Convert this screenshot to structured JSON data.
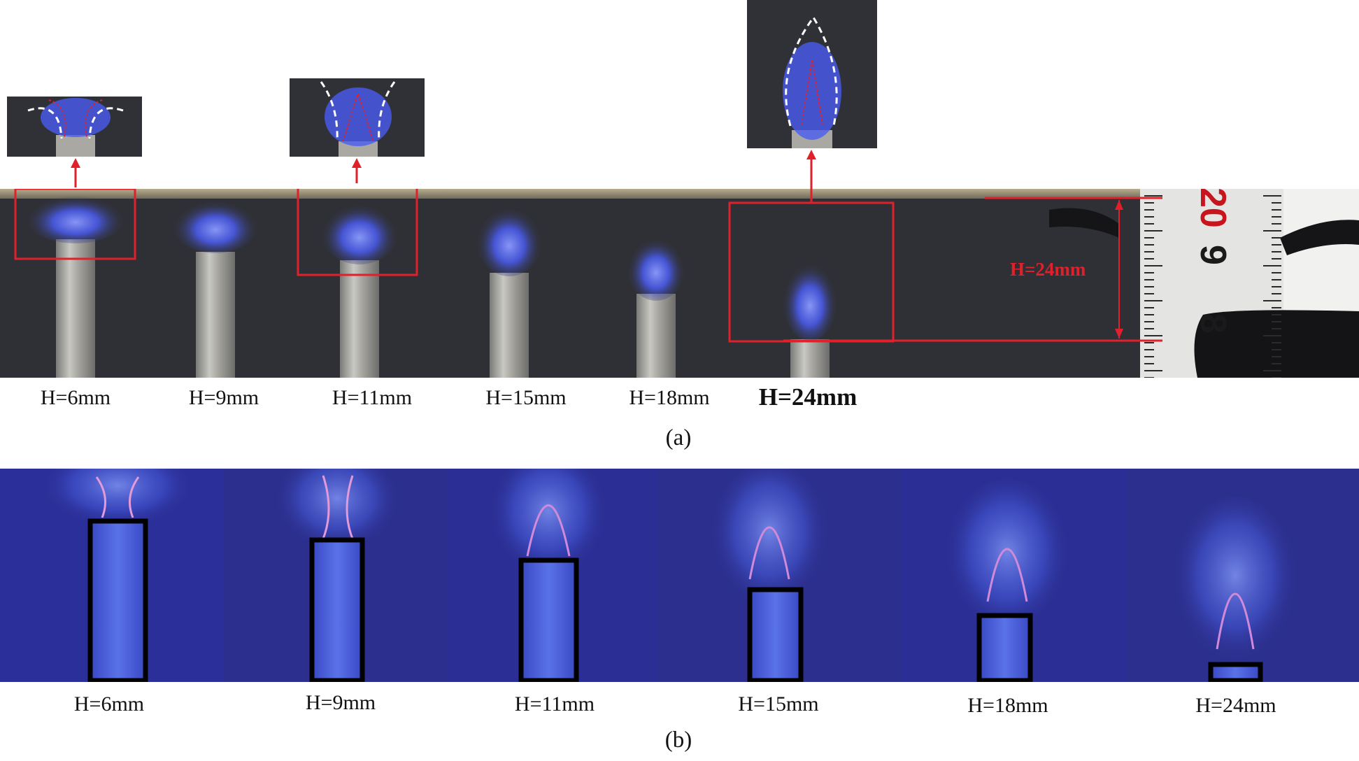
{
  "panel_a": {
    "caption": "(a)",
    "labels": [
      "H=6mm",
      "H=9mm",
      "H=11mm",
      "H=15mm",
      "H=18mm",
      "H=24mm"
    ],
    "annotation": "H=24mm",
    "ruler_numbers": [
      "20",
      "9",
      "8"
    ]
  },
  "panel_b": {
    "caption": "(b)",
    "labels": [
      "H=6mm",
      "H=9mm",
      "H=11mm",
      "H=15mm",
      "H=18mm",
      "H=24mm"
    ]
  },
  "colors": {
    "flame_blue": "#4a5cf0",
    "highlight_red": "#e0202a",
    "sim_background": "#2c2f8e"
  }
}
